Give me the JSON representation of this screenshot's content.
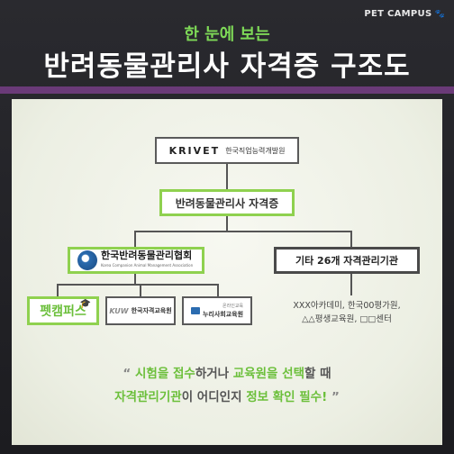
{
  "brand": "PET CAMPUS",
  "subtitle": "한 눈에 보는",
  "title": "반려동물관리사 자격증 구조도",
  "diagram": {
    "root": {
      "logo": "KRIVET",
      "name": "한국직업능력개발원"
    },
    "certificate": "반려동물관리사 자격증",
    "association": {
      "name": "한국반려동물관리협회",
      "english": "Korea Companion Animal Management Association"
    },
    "other": "기타 26개 자격관리기관",
    "institutes": [
      {
        "name": "펫캠퍼스"
      },
      {
        "logo": "KUW",
        "name": "한국자격교육원"
      },
      {
        "small": "온라인교육",
        "name": "누리사회교육원"
      }
    ],
    "examples_line1": "XXX아카데미, 한국00평가원,",
    "examples_line2": "△△평생교육원, □□센터"
  },
  "quote": {
    "open": "“",
    "l1a": "시험을 접수",
    "l1b": "하거나 ",
    "l1c": "교육원을 선택",
    "l1d": "할 때",
    "l2a": "자격관리기관",
    "l2b": "이 어디인지 ",
    "l2c": "정보 확인 필수!",
    "close": "”"
  }
}
